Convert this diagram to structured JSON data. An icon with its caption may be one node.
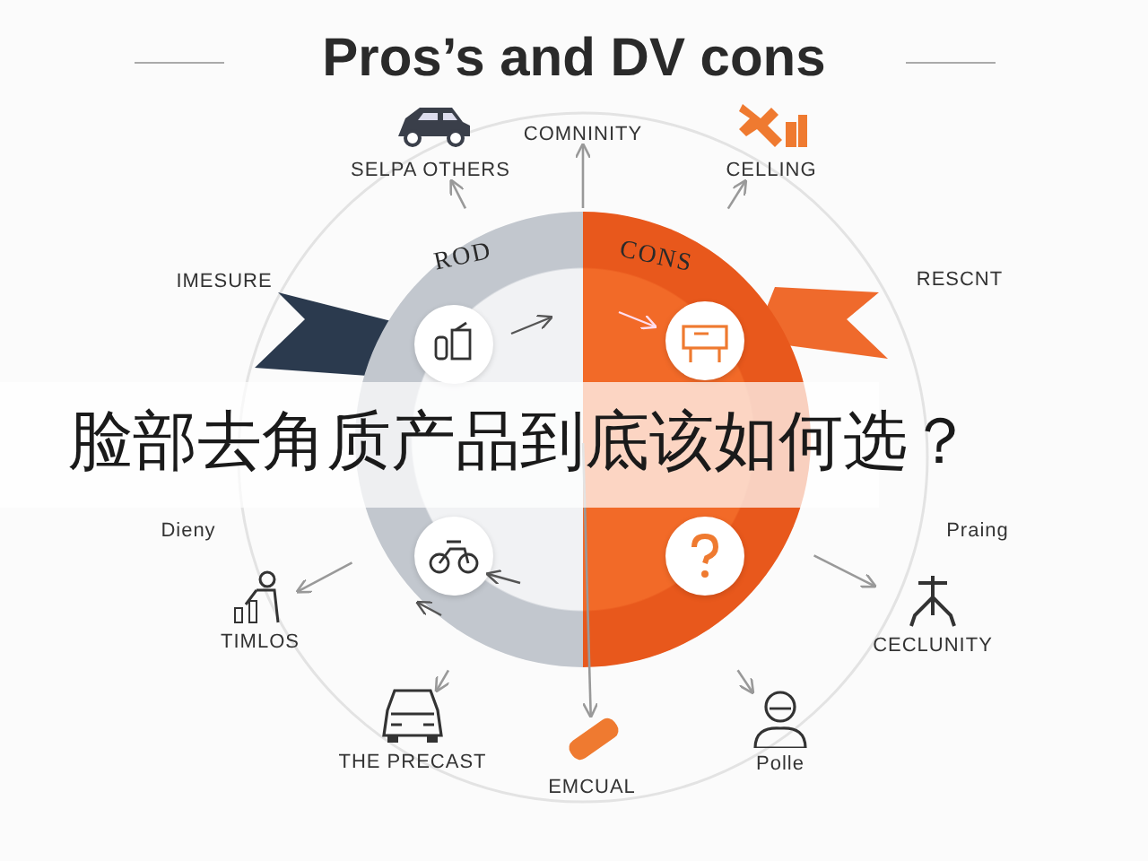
{
  "diagram": {
    "title": "Pros’s and DV cons",
    "nodes": [
      {
        "text": [
          "ROD"
        ]
      },
      {
        "text": [
          "CONS"
        ]
      },
      {
        "text": [
          "COMNINITY"
        ]
      },
      {
        "text": [
          "SELPA OTHERS"
        ]
      },
      {
        "text": [
          "CELLING"
        ]
      },
      {
        "text": [
          "IMESURE"
        ]
      },
      {
        "text": [
          "RESCNT"
        ]
      },
      {
        "text": [
          "Dieny"
        ]
      },
      {
        "text": [
          "Praing"
        ]
      },
      {
        "text": [
          "TIMLOS"
        ]
      },
      {
        "text": [
          "CECLUNITY"
        ]
      },
      {
        "text": [
          "THE PRECAST"
        ]
      },
      {
        "text": [
          "EMCUAL"
        ]
      },
      {
        "text": [
          "Polle"
        ]
      },
      {
        "text": [],
        "shape": "circle",
        "in": 0
      },
      {
        "text": [],
        "shape": "circle",
        "in": 0
      },
      {
        "text": [],
        "shape": "circle",
        "in": 1
      },
      {
        "text": [],
        "shape": "circle",
        "in": 1
      }
    ],
    "edges": [
      {
        "from": 0,
        "to": 2,
        "arrow": "to"
      },
      {
        "from": 0,
        "to": 3,
        "arrow": "to"
      },
      {
        "from": 1,
        "to": 4,
        "arrow": "to"
      },
      {
        "from": 0,
        "to": 9,
        "arrow": "to"
      },
      {
        "from": 0,
        "to": 11,
        "arrow": "to"
      },
      {
        "from": 0,
        "to": 12,
        "arrow": "to"
      },
      {
        "from": 1,
        "to": 13,
        "arrow": "to"
      },
      {
        "from": 1,
        "to": 10,
        "arrow": "to"
      }
    ],
    "labels": [
      "脸部去角质产品到底该如何选？"
    ]
  }
}
